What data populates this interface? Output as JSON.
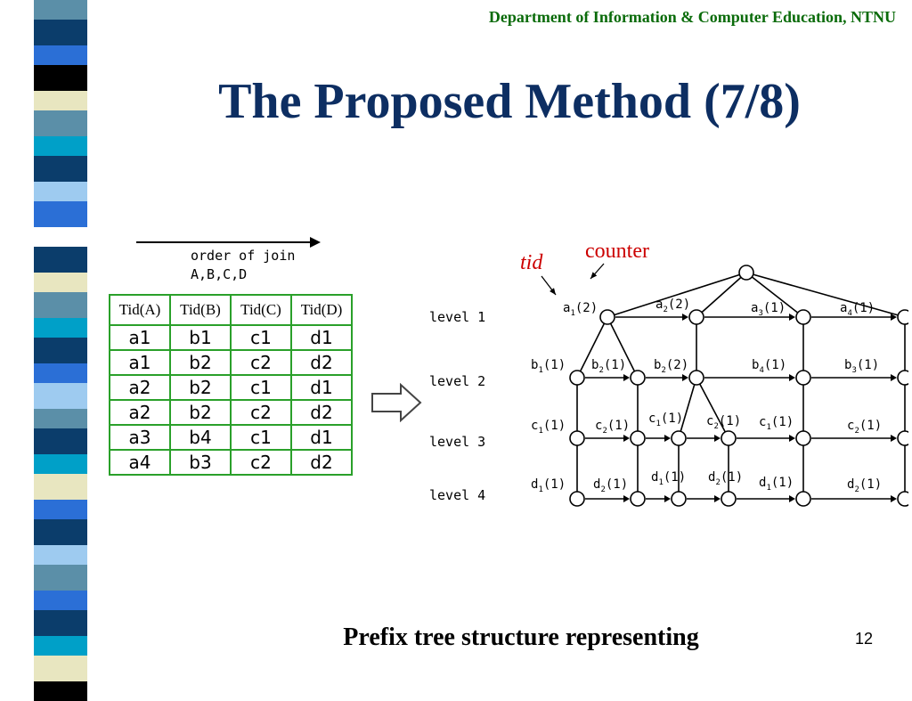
{
  "header": "Department of Information & Computer Education, NTNU",
  "title": "The Proposed Method (7/8)",
  "order_of_join": {
    "label": "order of join",
    "sequence": "A,B,C,D"
  },
  "table": {
    "headers": [
      "Tid(A)",
      "Tid(B)",
      "Tid(C)",
      "Tid(D)"
    ],
    "rows": [
      [
        "a1",
        "b1",
        "c1",
        "d1"
      ],
      [
        "a1",
        "b2",
        "c2",
        "d2"
      ],
      [
        "a2",
        "b2",
        "c1",
        "d1"
      ],
      [
        "a2",
        "b2",
        "c2",
        "d2"
      ],
      [
        "a3",
        "b4",
        "c1",
        "d1"
      ],
      [
        "a4",
        "b3",
        "c2",
        "d2"
      ]
    ]
  },
  "tree": {
    "annotations": {
      "tid": "tid",
      "counter": "counter"
    },
    "levels": [
      "level 1",
      "level 2",
      "level 3",
      "level 4"
    ],
    "level1": [
      {
        "item": "a",
        "sub": "1",
        "count": "(2)"
      },
      {
        "item": "a",
        "sub": "2",
        "count": "(2)"
      },
      {
        "item": "a",
        "sub": "3",
        "count": "(1)"
      },
      {
        "item": "a",
        "sub": "4",
        "count": "(1)"
      }
    ],
    "level2": [
      {
        "item": "b",
        "sub": "1",
        "count": "(1)"
      },
      {
        "item": "b",
        "sub": "2",
        "count": "(1)"
      },
      {
        "item": "b",
        "sub": "2",
        "count": "(2)"
      },
      {
        "item": "b",
        "sub": "4",
        "count": "(1)"
      },
      {
        "item": "b",
        "sub": "3",
        "count": "(1)"
      }
    ],
    "level3": [
      {
        "item": "c",
        "sub": "1",
        "count": "(1)"
      },
      {
        "item": "c",
        "sub": "2",
        "count": "(1)"
      },
      {
        "item": "c",
        "sub": "1",
        "count": "(1)"
      },
      {
        "item": "c",
        "sub": "2",
        "count": "(1)"
      },
      {
        "item": "c",
        "sub": "1",
        "count": "(1)"
      },
      {
        "item": "c",
        "sub": "2",
        "count": "(1)"
      }
    ],
    "level4": [
      {
        "item": "d",
        "sub": "1",
        "count": "(1)"
      },
      {
        "item": "d",
        "sub": "2",
        "count": "(1)"
      },
      {
        "item": "d",
        "sub": "1",
        "count": "(1)"
      },
      {
        "item": "d",
        "sub": "2",
        "count": "(1)"
      },
      {
        "item": "d",
        "sub": "1",
        "count": "(1)"
      },
      {
        "item": "d",
        "sub": "2",
        "count": "(1)"
      }
    ]
  },
  "caption": "Prefix tree structure representing",
  "page_number": "12",
  "colors": {
    "header": "#0a6b0a",
    "title": "#0d2e62",
    "table_border": "#2aa02a",
    "annotation": "#cc0000",
    "stripe_palette": [
      "#5b8fa8",
      "#0b3d6b",
      "#2b6fd6",
      "#000000",
      "#e8e6c0",
      "#00a0c8",
      "#9ecbf0",
      "#ffffff"
    ]
  }
}
